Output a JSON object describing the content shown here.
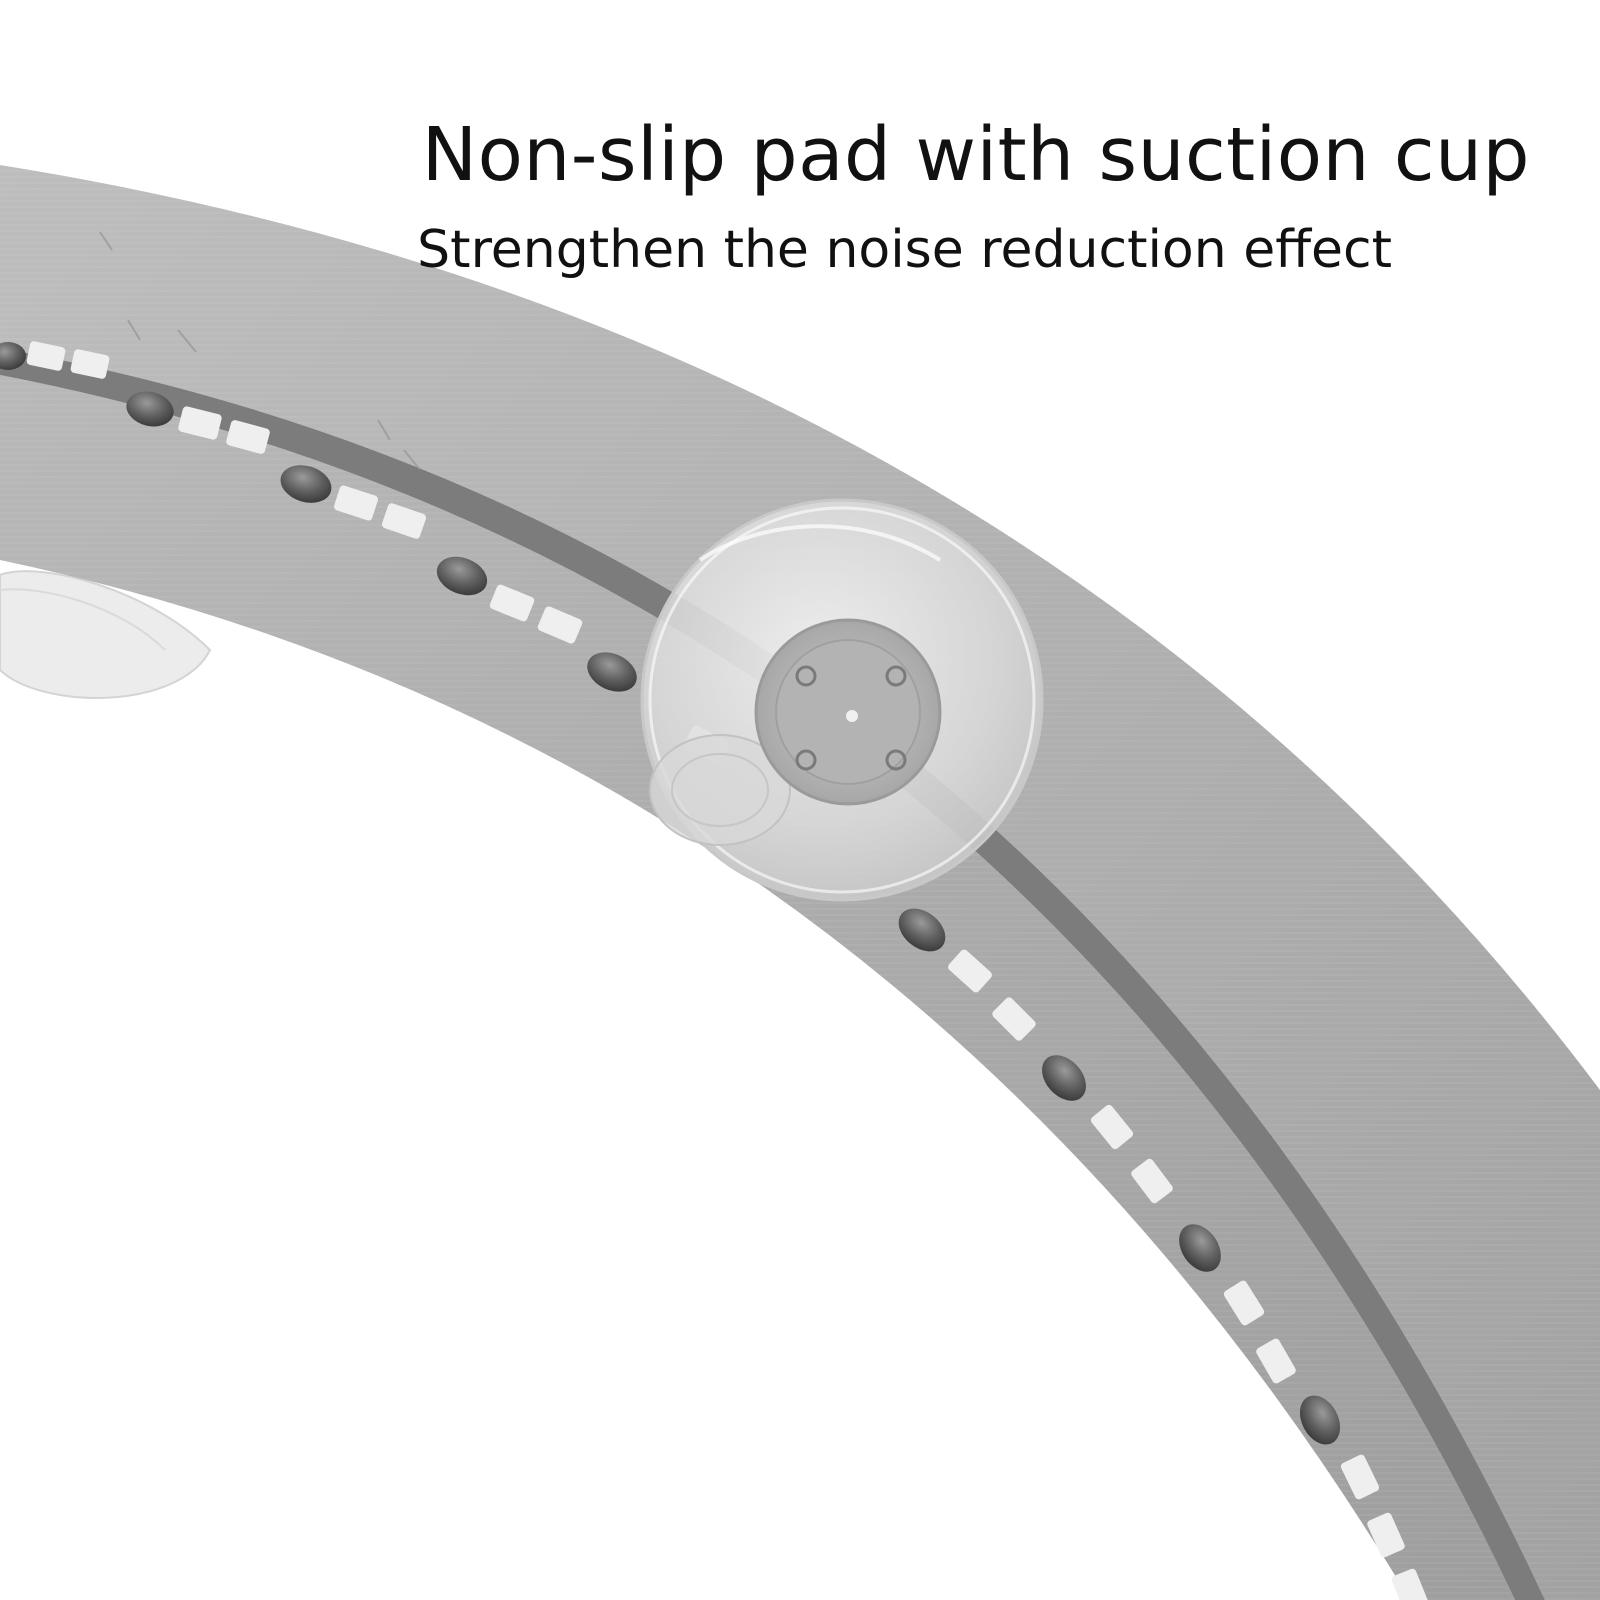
{
  "captions": {
    "headline": "Non-slip pad with suction cup",
    "subline": "Strengthen the noise reduction effect"
  },
  "photo": {
    "subject": "aluminum-lazy-susan-bearing-ring",
    "parts": [
      "bearing-ring",
      "ball-bearings",
      "bearing-spacers",
      "suction-cup-pad",
      "suction-cup-foot"
    ],
    "colors": {
      "metal": "#a6a6a6",
      "metal_light": "#c4c4c4",
      "spacer": "#efefef",
      "ball": "#6b6b6b",
      "cup": "#e9e9e9",
      "text": "#111111"
    }
  }
}
